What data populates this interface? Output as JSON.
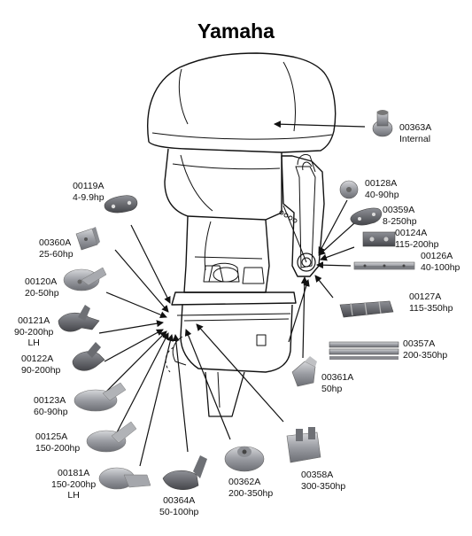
{
  "title": "Yamaha",
  "parts": {
    "p00363A": {
      "code": "00363A",
      "spec": "Internal",
      "icon": "cylinder-anode-icon"
    },
    "p00119A": {
      "code": "00119A",
      "spec": "4-9.9hp",
      "icon": "bar-anode-icon"
    },
    "p00128A": {
      "code": "00128A",
      "spec": "40-90hp",
      "icon": "button-anode-icon"
    },
    "p00359A": {
      "code": "00359A",
      "spec": "8-250hp",
      "icon": "bar-anode-icon"
    },
    "p00360A": {
      "code": "00360A",
      "spec": "25-60hp",
      "icon": "block-anode-icon"
    },
    "p00124A": {
      "code": "00124A",
      "spec": "115-200hp",
      "icon": "block-anode-icon"
    },
    "p00126A": {
      "code": "00126A",
      "spec": "40-100hp",
      "icon": "bar-anode-icon"
    },
    "p00120A": {
      "code": "00120A",
      "spec": "20-50hp",
      "icon": "trim-tab-anode-icon"
    },
    "p00127A": {
      "code": "00127A",
      "spec": "115-350hp",
      "icon": "bar-anode-icon"
    },
    "p00121A": {
      "code": "00121A",
      "spec": "90-200hp",
      "spec2": "LH",
      "icon": "trim-tab-anode-icon"
    },
    "p00357A": {
      "code": "00357A",
      "spec": "200-350hp",
      "icon": "bar-anode-icon"
    },
    "p00122A": {
      "code": "00122A",
      "spec": "90-200hp",
      "icon": "trim-tab-anode-icon"
    },
    "p00361A": {
      "code": "00361A",
      "spec": "50hp",
      "icon": "block-anode-icon"
    },
    "p00123A": {
      "code": "00123A",
      "spec": "60-90hp",
      "icon": "trim-tab-anode-icon"
    },
    "p00125A": {
      "code": "00125A",
      "spec": "150-200hp",
      "icon": "trim-tab-anode-icon"
    },
    "p00362A": {
      "code": "00362A",
      "spec": "200-350hp",
      "icon": "cone-anode-icon"
    },
    "p00358A": {
      "code": "00358A",
      "spec": "300-350hp",
      "icon": "block-anode-icon"
    },
    "p00181A": {
      "code": "00181A",
      "spec": "150-200hp",
      "spec2": "LH",
      "icon": "trim-tab-anode-icon"
    },
    "p00364A": {
      "code": "00364A",
      "spec": "50-100hp",
      "icon": "trim-tab-anode-icon"
    }
  },
  "colors": {
    "anode_dark": "#55565b",
    "anode_mid": "#9a9ca2",
    "anode_light": "#d6d7da",
    "line": "#111111"
  }
}
